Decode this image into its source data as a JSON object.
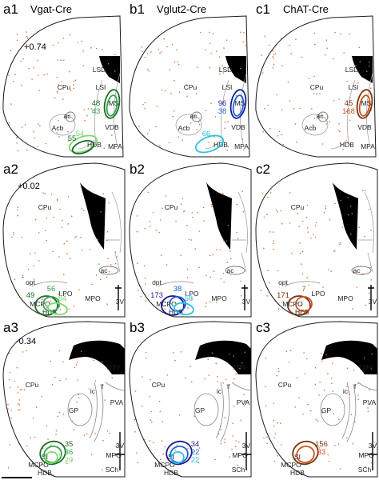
{
  "palette": {
    "outline": "#1a1a1a",
    "tract": "#000000",
    "cell": "#d4723c",
    "vgat": [
      "#1e6b2a",
      "#2ea84a",
      "#7fd86f"
    ],
    "vglut2": [
      "#1d1a8f",
      "#1b63d8",
      "#2fc1e6"
    ],
    "chat": [
      "#7a3310",
      "#c8541b",
      "#f0a356"
    ]
  },
  "columns": [
    {
      "key": "vgat",
      "rows": [
        {
          "panel": "a1",
          "title": "Vgat-Cre",
          "coord": "+0.74",
          "regions": [
            "CPu",
            "LSD",
            "LSI",
            "MS",
            "VDB",
            "HDB",
            "Acb",
            "ac",
            "MPA"
          ],
          "counts": [
            "48",
            "43",
            "54",
            "55"
          ]
        },
        {
          "panel": "a2",
          "coord": "+0.02",
          "regions": [
            "CPu",
            "ac",
            "LPO",
            "MPO",
            "MCPO",
            "HDB",
            "3V",
            "opt"
          ],
          "counts": [
            "49",
            "56",
            "84"
          ]
        },
        {
          "panel": "a3",
          "coord": "-0.34",
          "regions": [
            "CPu",
            "GP",
            "ic",
            "D3V",
            "PVA",
            "SI",
            "MCPO",
            "HDB",
            "MPO",
            "SCh",
            "f",
            "3V"
          ],
          "counts": [
            "35",
            "36",
            "29"
          ]
        }
      ]
    },
    {
      "key": "vglut2",
      "rows": [
        {
          "panel": "b1",
          "title": "Vglut2-Cre",
          "regions": [
            "CPu",
            "LSD",
            "LSI",
            "MS",
            "VDB",
            "HDB",
            "Acb",
            "ac",
            "MPA"
          ],
          "counts": [
            "96",
            "38",
            "66"
          ]
        },
        {
          "panel": "b2",
          "regions": [
            "CPu",
            "ac",
            "LPO",
            "MPO",
            "MCPO",
            "HDB",
            "3V",
            "opt"
          ],
          "counts": [
            "173",
            "38",
            "58"
          ]
        },
        {
          "panel": "b3",
          "regions": [
            "CPu",
            "GP",
            "ic",
            "D3V",
            "PVA",
            "SI",
            "MCPO",
            "HDB",
            "MPO",
            "SCh",
            "f",
            "3V"
          ],
          "counts": [
            "34",
            "22",
            "22"
          ]
        }
      ]
    },
    {
      "key": "chat",
      "rows": [
        {
          "panel": "c1",
          "title": "ChAT-Cre",
          "regions": [
            "CPu",
            "LSD",
            "LSI",
            "MS",
            "VDB",
            "HDB",
            "Acb",
            "ac",
            "MPA"
          ],
          "counts": [
            "45",
            "168"
          ]
        },
        {
          "panel": "c2",
          "regions": [
            "CPu",
            "ac",
            "LPO",
            "MPO",
            "MCPO",
            "HDB",
            "3V",
            "opt"
          ],
          "counts": [
            "171",
            "7"
          ]
        },
        {
          "panel": "c3",
          "regions": [
            "CPu",
            "GP",
            "ic",
            "D3V",
            "PVA",
            "SI",
            "MCPO",
            "HDB",
            "MPO",
            "SCh",
            "f",
            "3V"
          ],
          "counts": [
            "156",
            "33"
          ]
        }
      ]
    }
  ]
}
